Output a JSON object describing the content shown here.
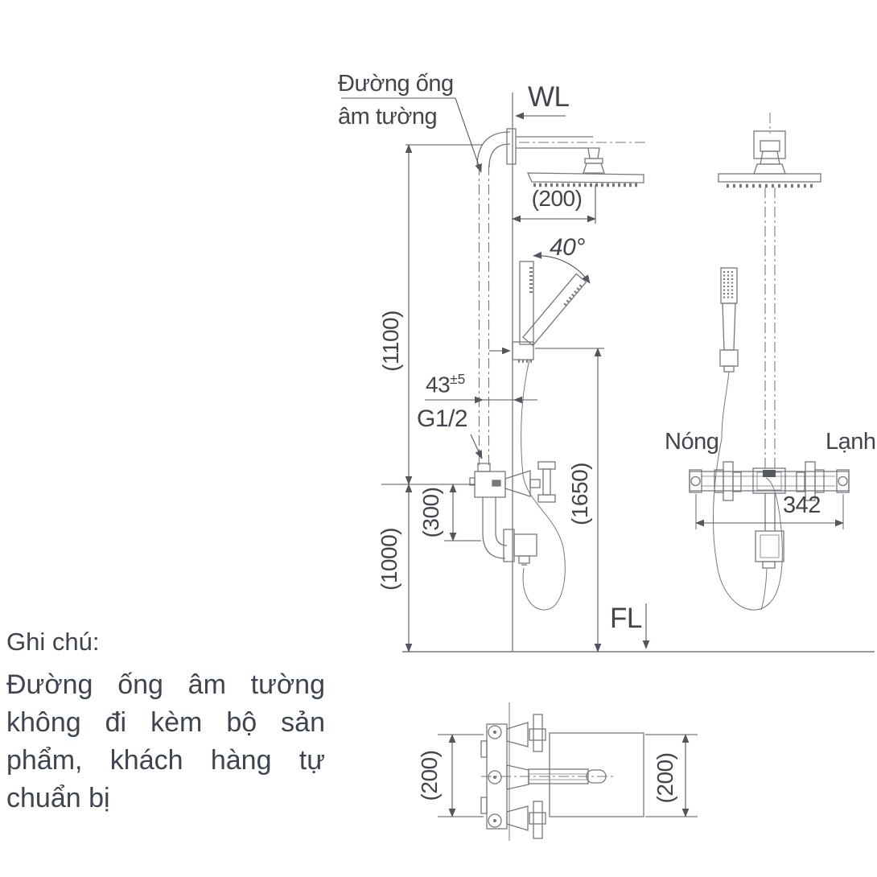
{
  "labels": {
    "hidden_pipe_line1": "Đường ống",
    "hidden_pipe_line2": "âm tường",
    "water_line": "WL",
    "floor_line": "FL",
    "hot": "Nóng",
    "cold": "Lạnh",
    "thread": "G1/2",
    "angle": "40°"
  },
  "dimensions": {
    "head_offset": "(200)",
    "riser_height": "(1100)",
    "wall_offset_value": "43",
    "wall_offset_tolerance": "±5",
    "valve_to_spout": "(300)",
    "valve_height": "(1000)",
    "holder_height": "(1650)",
    "valve_width": "342",
    "plan_left": "(200)",
    "plan_right": "(200)"
  },
  "note": {
    "title": "Ghi chú:",
    "lines": [
      "Đường ống âm tường",
      "không đi kèm bộ sản",
      "phẩm, khách hàng tự",
      "chuẩn bị"
    ]
  },
  "colors": {
    "background": "#ffffff",
    "outline": "#75787f",
    "dimension": "#53565e",
    "text": "#41454e",
    "note_text": "#3e4450"
  }
}
